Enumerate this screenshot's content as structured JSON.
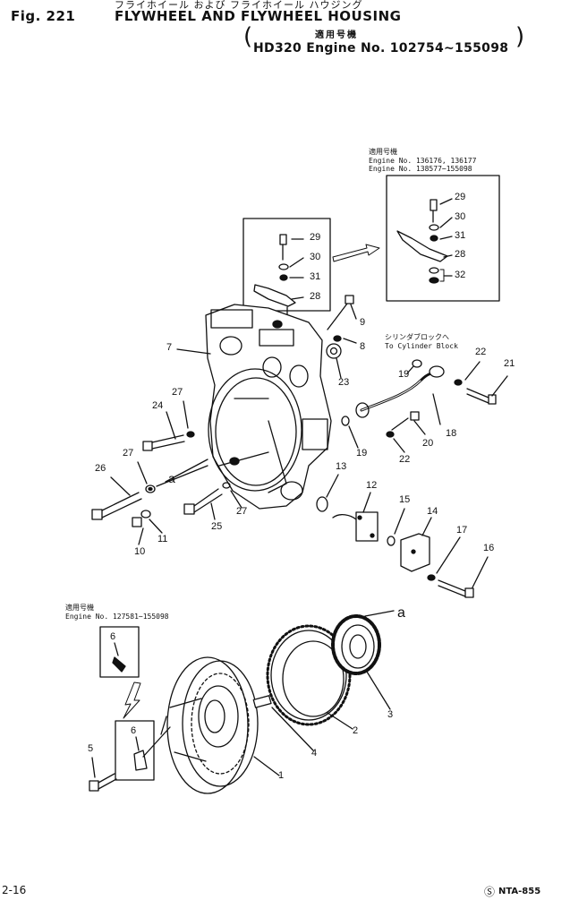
{
  "header": {
    "fig_label": "Fig. 221",
    "title": "FLYWHEEL AND FLYWHEEL HOUSING",
    "title_jp": "フライホイール および フライホイール ハウジング",
    "applicability_jp": "適用号機",
    "engine_line": "HD320 Engine No. 102754∼155098"
  },
  "notes": {
    "upper_right": {
      "jp": "適用号機",
      "line1": "Engine No. 136176, 136177",
      "line2": "Engine No. 138577∼155098"
    },
    "lower_left": {
      "jp": "適用号機",
      "line1": "Engine No. 127581∼155098"
    },
    "cylinder_block": {
      "jp": "シリンダブロックへ",
      "en": "To Cylinder Block"
    }
  },
  "callouts": {
    "p29a": "29",
    "p30a": "30",
    "p31a": "31",
    "p28a": "28",
    "p29b": "29",
    "p30b": "30",
    "p31b": "31",
    "p28b": "28",
    "p32": "32",
    "p9": "9",
    "p8": "8",
    "p7": "7",
    "p23": "23",
    "p19a": "19",
    "p19b": "19",
    "p22a": "22",
    "p21": "21",
    "p18": "18",
    "p20": "20",
    "p22b": "22",
    "p27a": "27",
    "p24": "24",
    "p27b": "27",
    "a1": "a",
    "p26": "26",
    "p27c": "27",
    "p25": "25",
    "p10": "10",
    "p11": "11",
    "p13": "13",
    "p12": "12",
    "p15": "15",
    "p14": "14",
    "p17": "17",
    "p16": "16",
    "a2": "a",
    "p6a": "6",
    "p6b": "6",
    "p5": "5",
    "p3": "3",
    "p2": "2",
    "p4": "4",
    "p1": "1"
  },
  "footer": {
    "page": "2-16",
    "code": "NTA-855"
  }
}
